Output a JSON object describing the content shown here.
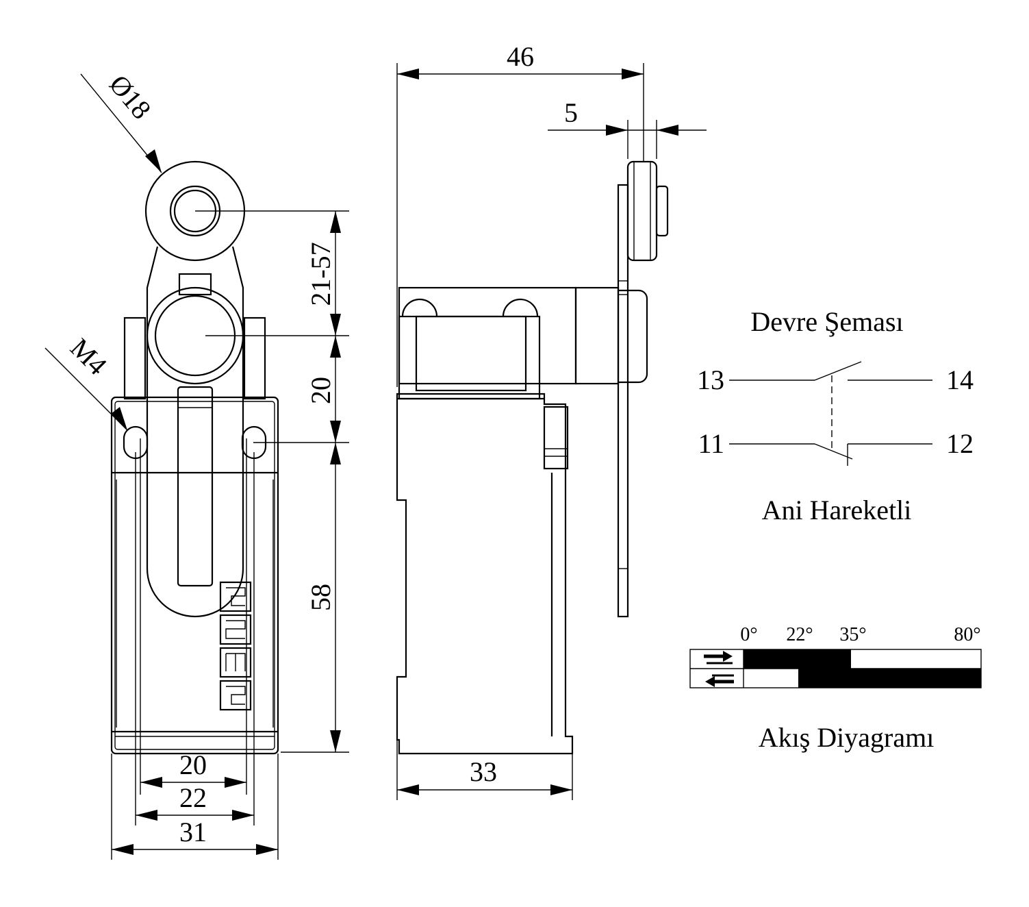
{
  "colors": {
    "ink": "#000000",
    "paper": "#ffffff"
  },
  "front_view": {
    "dims": {
      "diameter": "Ø18",
      "thread": "M4",
      "lever_range": "21-57",
      "axis_to_holes": "20",
      "body_height": "58",
      "hole_spacing_inner": "20",
      "hole_spacing_outer": "22",
      "width": "31"
    },
    "logo_letters": "emas"
  },
  "side_view": {
    "dims": {
      "depth_total": "46",
      "roller_width": "5",
      "body_depth": "33"
    }
  },
  "circuit": {
    "title": "Devre Şeması",
    "terminals": {
      "t13": "13",
      "t14": "14",
      "t11": "11",
      "t12": "12"
    },
    "subtitle": "Ani Hareketli"
  },
  "flow_diagram": {
    "title": "Akış Diyagramı",
    "angles": [
      "0°",
      "22°",
      "35°",
      "80°"
    ],
    "icons": [
      "arrow-right-left-icon",
      "arrow-left-right-icon"
    ]
  }
}
